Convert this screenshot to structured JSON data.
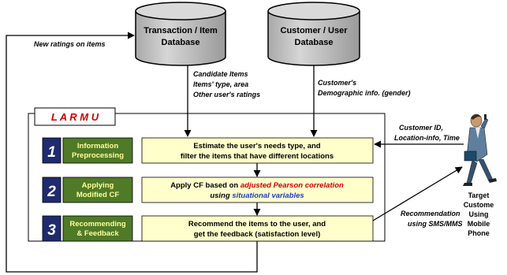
{
  "databases": {
    "transaction": {
      "line1": "Transaction / Item",
      "line2": "Database"
    },
    "customer": {
      "line1": "Customer / User",
      "line2": "Database"
    }
  },
  "annotations": {
    "new_ratings": "New ratings on items",
    "candidate": [
      "Candidate Items",
      "Items' type, area",
      "Other user's ratings"
    ],
    "demographic": [
      "Customer's",
      "Demographic info. (gender)"
    ],
    "customer_id": [
      "Customer ID,",
      "Location-info, Time"
    ],
    "recommendation": [
      "Recommendation",
      "using SMS/MMS"
    ]
  },
  "system": {
    "title": "L A R M U",
    "steps": [
      {
        "number": "1",
        "label": [
          "Information",
          "Preprocessing"
        ],
        "desc_line1": "Estimate the user's needs type, and",
        "desc_line2": "filter the items that have different locations"
      },
      {
        "number": "2",
        "label": [
          "Applying",
          "Modified CF"
        ],
        "desc_line1_prefix": "Apply CF based on ",
        "desc_line1_highlight": "adjusted Pearson correlation",
        "desc_line2_prefix": "using ",
        "desc_line2_highlight": "situational variables"
      },
      {
        "number": "3",
        "label": [
          "Recommending",
          "& Feedback"
        ],
        "desc_line1": "Recommend the items to the user, and",
        "desc_line2": "get the feedback (satisfaction level)"
      }
    ]
  },
  "target_customer": [
    "Target",
    "Custome",
    "Using",
    "Mobile",
    "Phone"
  ],
  "colors": {
    "db_fill": "#c8c8c8",
    "step_num_fill": "#1f2b6e",
    "step_label_fill": "#4f7a28",
    "step_label_text": "#ffff99",
    "desc_fill": "#ffffcc",
    "title_red": "#cc0000",
    "highlight_blue": "#1f3cc8"
  }
}
